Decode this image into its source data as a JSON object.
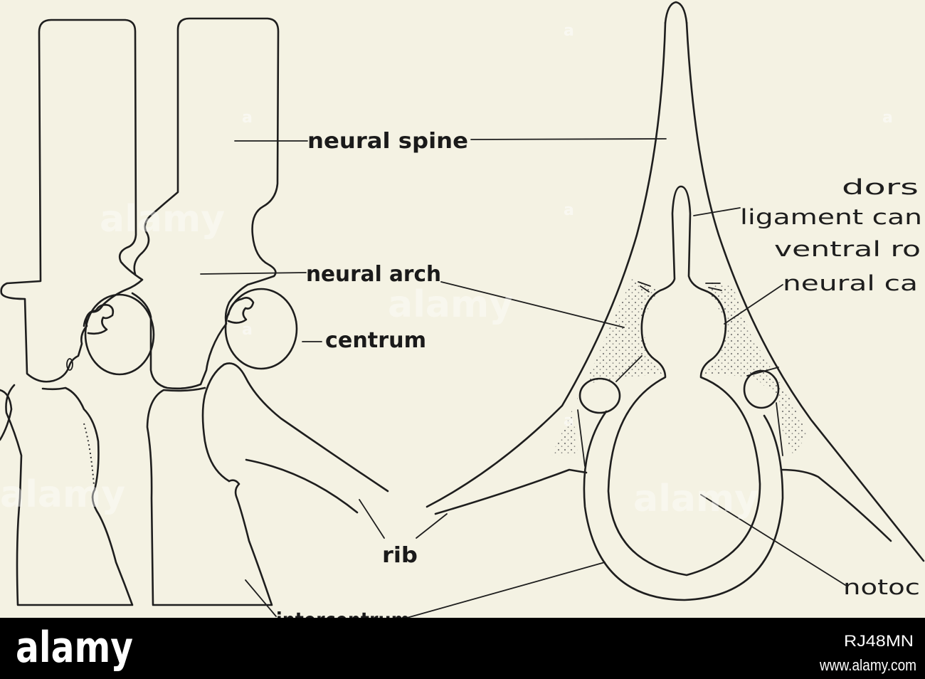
{
  "labels": {
    "neural_spine": "neural spine",
    "neural_arch": "neural arch",
    "centrum": "centrum",
    "rib": "rib",
    "intercentrum": "intercentrum",
    "dorsal": "dors",
    "ligament_canal": "ligament can",
    "ventral_ridge": "ventral ro",
    "neural_canal": "neural ca",
    "notochord": "notoc"
  },
  "watermark": {
    "text": "alamy",
    "mark": "a"
  },
  "footer": {
    "logo": "alamy",
    "code": "RJ48MN",
    "url": "www.alamy.com"
  },
  "colors": {
    "background": "#f4f2e3",
    "ink": "#1e1e1e",
    "footer": "#000000",
    "footer_text": "#ffffff"
  }
}
